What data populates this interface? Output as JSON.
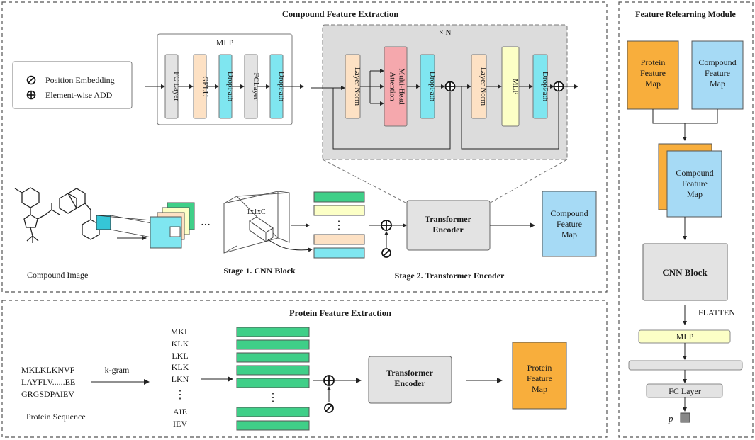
{
  "compound_section": {
    "title": "Compound Feature Extraction",
    "legend": {
      "position_embedding": "Position Embedding",
      "element_wise_add": "Element-wise ADD"
    },
    "mlp": {
      "title": "MLP",
      "layers": [
        "FC Layer",
        "GELU",
        "DropPath",
        "FCLayer",
        "DropPath"
      ]
    },
    "transformer_detail": {
      "repeat": "× N",
      "layer_norm_1": "Layer Norm",
      "attention": "Multi-Head Attention",
      "droppath_1": "DropPath",
      "layer_norm_2": "Layer Norm",
      "mlp": "MLP",
      "droppath_2": "DropPath"
    },
    "cnn_kernel_label": "1x1xC",
    "ellipsis": "...",
    "vertical_ellipsis": "⋮",
    "transformer_encoder": "Transformer Encoder",
    "compound_feature_map": "Compound Feature Map",
    "compound_image_label": "Compound Image",
    "stage1_label": "Stage 1. CNN Block",
    "stage2_label": "Stage 2. Transformer Encoder"
  },
  "protein_section": {
    "title": "Protein Feature Extraction",
    "sequence_lines": [
      "MKLKLKNVF",
      "LAYFLV......EE",
      "GRGSDPAIEV"
    ],
    "sequence_label": "Protein Sequence",
    "kgram_label": "k-gram",
    "kgrams_top": [
      "MKL",
      "KLK",
      "LKL",
      "KLK",
      "LKN"
    ],
    "kgrams_bottom": [
      "AIE",
      "IEV"
    ],
    "vertical_ellipsis": "⋮",
    "transformer_encoder": "Transformer Encoder",
    "protein_feature_map": "Protein Feature Map"
  },
  "relearning_section": {
    "title": "Feature Relearning Module",
    "protein_feature_map": "Protein Feature Map",
    "compound_feature_map_top": "Compound Feature Map",
    "compound_feature_map_stack": "Compound Feature Map",
    "cnn_block": "CNN Block",
    "flatten": "FLATTEN",
    "mlp": "MLP",
    "fc_layer": "FC Layer",
    "p": "p"
  },
  "colors": {
    "orange": "#f8ae3c",
    "light_blue": "#a6daf5",
    "cyan": "#7fe6f0",
    "peach": "#fde1c4",
    "pink": "#f5a8ad",
    "yellow": "#fcffc6",
    "green": "#3fcf88",
    "gray_box": "#e3e3e3",
    "panel_gray": "#dcdcdc"
  }
}
